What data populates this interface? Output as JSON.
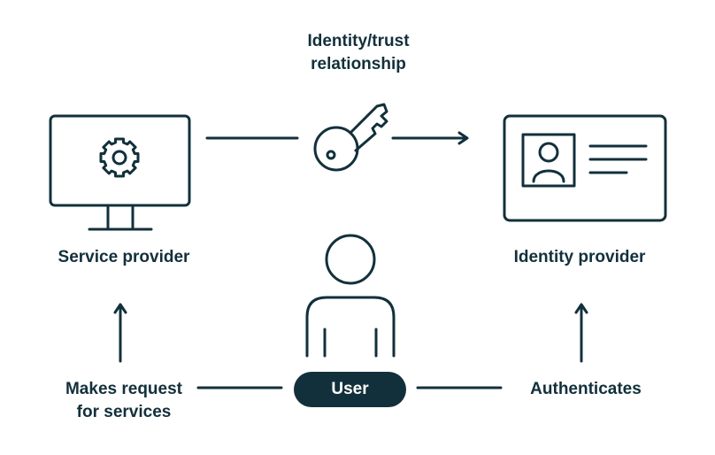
{
  "labels": {
    "trust": [
      "Identity/trust",
      "relationship"
    ],
    "service_provider": "Service provider",
    "identity_provider": "Identity provider",
    "makes_request": [
      "Makes request",
      "for services"
    ],
    "authenticates": "Authenticates",
    "user": "User"
  },
  "icons": {
    "monitor": "monitor-icon",
    "gear": "gear-icon",
    "key": "key-icon",
    "id_card": "id-card-icon",
    "user": "person-icon"
  },
  "colors": {
    "ink": "#12303b",
    "background": "#ffffff"
  }
}
